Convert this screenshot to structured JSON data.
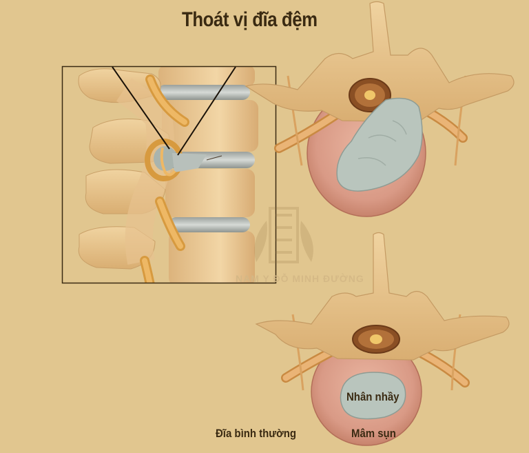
{
  "title": "Thoát vị đĩa đệm",
  "labels": {
    "normal_disc": "Đĩa bình thường",
    "nucleus": "Nhân nhầy",
    "endplate": "Mâm sụn"
  },
  "watermark": {
    "text": "NAM Y ĐỖ MINH ĐƯỜNG"
  },
  "panels": [
    {
      "id": "lateral-spine-inset",
      "description": "Side view of lumbar spine with herniated disc compressing nerve root"
    },
    {
      "id": "herniated-disc-top-view",
      "description": "Axial view of vertebra with herniated nucleus pulposus"
    },
    {
      "id": "normal-disc-top-view",
      "description": "Axial view of vertebra with normal disc"
    }
  ],
  "colors": {
    "background": "#e1c68f",
    "bone": "#e8c48c",
    "disc_annulus": "#d99a86",
    "nucleus": "#b8c4bc",
    "nerve": "#e0a85a",
    "text": "#3a2a12"
  }
}
